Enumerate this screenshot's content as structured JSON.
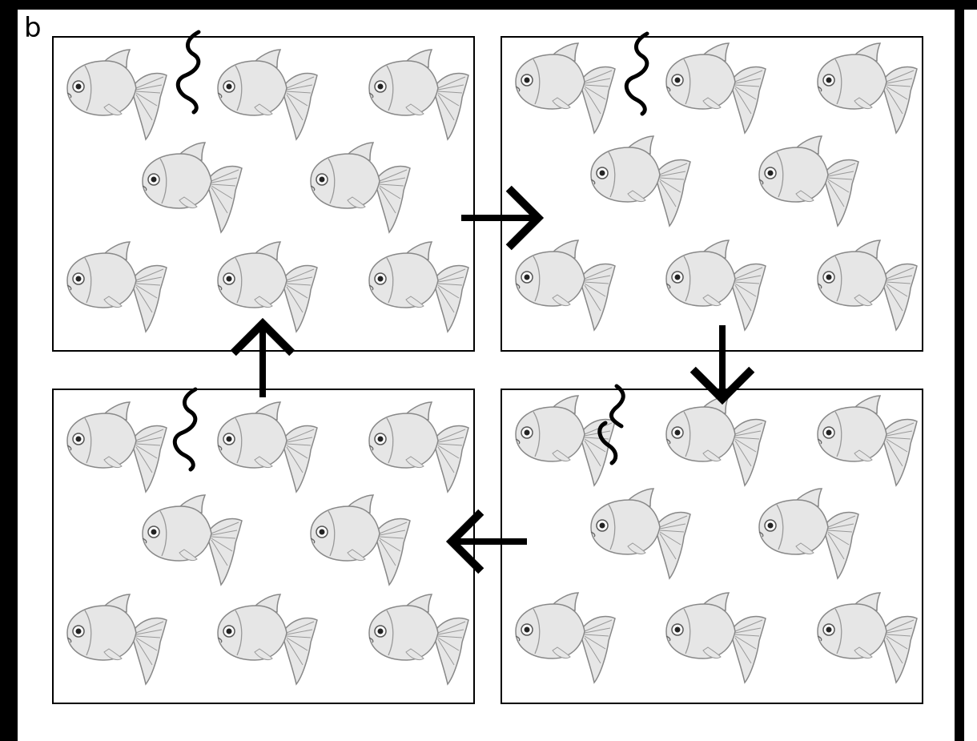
{
  "figure": {
    "panel_letter": "b",
    "colors": {
      "frame": "#000000",
      "fish_body": "#e6e6e6",
      "fish_outline": "#888888",
      "arrow": "#000000",
      "worm": "#000000"
    },
    "panels": [
      {
        "id": "top-left",
        "fish_count": 8,
        "worm": "dangling-on-top-left-fish"
      },
      {
        "id": "top-right",
        "fish_count": 8,
        "worm": "dangling-on-top-left-fish"
      },
      {
        "id": "bottom-right",
        "fish_count": 8,
        "worm": "dangling-near-top-left-fish"
      },
      {
        "id": "bottom-left",
        "fish_count": 8,
        "worm": "dangling-on-top-left-fish"
      }
    ],
    "arrows": [
      {
        "from": "top-left",
        "to": "top-right",
        "direction": "right"
      },
      {
        "from": "top-right",
        "to": "bottom-right",
        "direction": "down"
      },
      {
        "from": "bottom-right",
        "to": "bottom-left",
        "direction": "left"
      },
      {
        "from": "bottom-left",
        "to": "top-left",
        "direction": "up"
      }
    ],
    "icons": [
      "fish-icon",
      "worm-icon",
      "arrow-icon"
    ]
  }
}
